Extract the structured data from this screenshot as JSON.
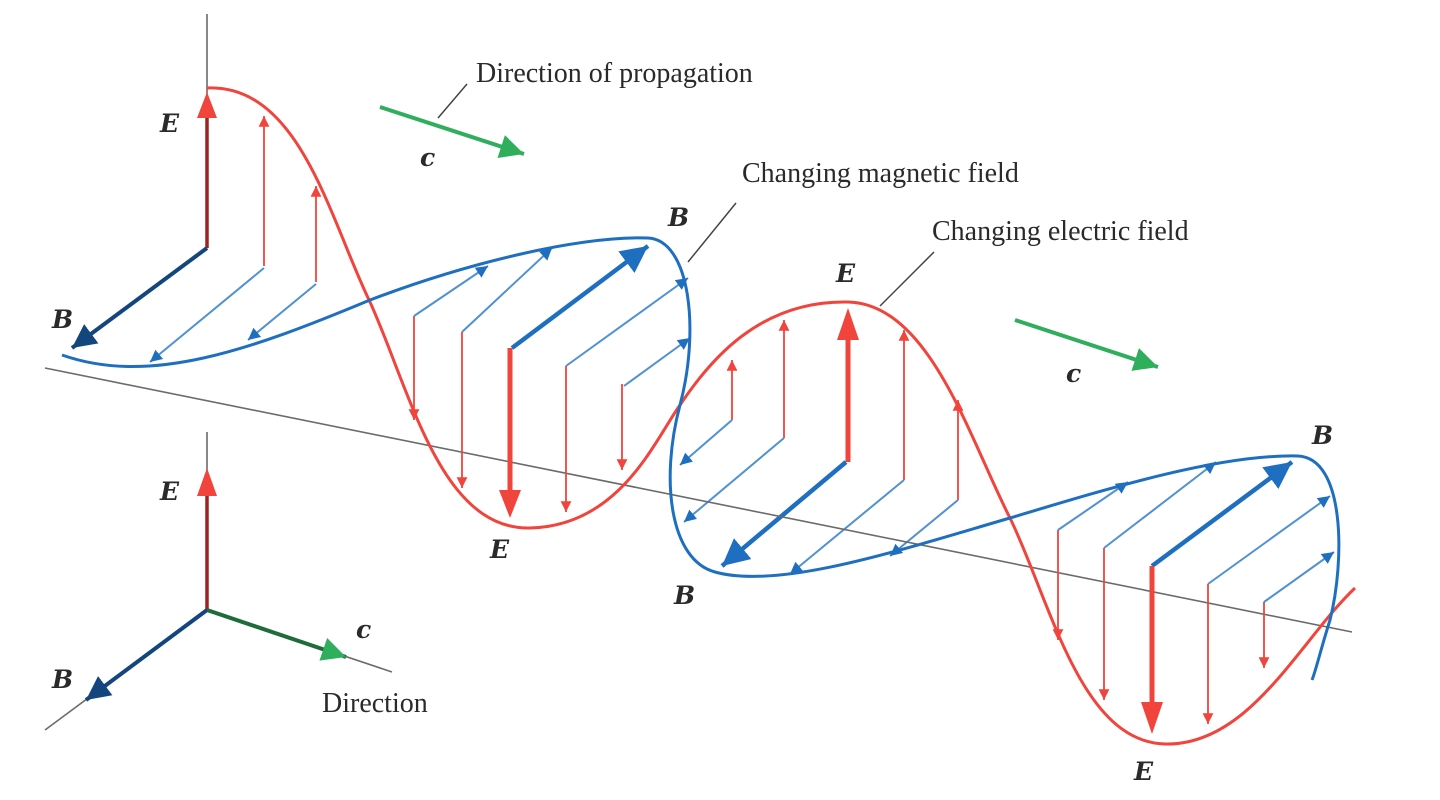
{
  "labels": {
    "direction_of_propagation": "Direction of propagation",
    "changing_magnetic_field": "Changing magnetic field",
    "changing_electric_field": "Changing electric field",
    "direction": "Direction",
    "E": "E",
    "B": "B",
    "c": "c"
  },
  "colors": {
    "electric": "#f0443c",
    "electric_dark": "#9c2420",
    "magnetic": "#1f6fc0",
    "magnetic_light": "#4f91d2",
    "magnetic_dark": "#12467d",
    "propagation": "#2fae5c",
    "axis": "#6b6b6b",
    "text": "#2a2a2a"
  }
}
